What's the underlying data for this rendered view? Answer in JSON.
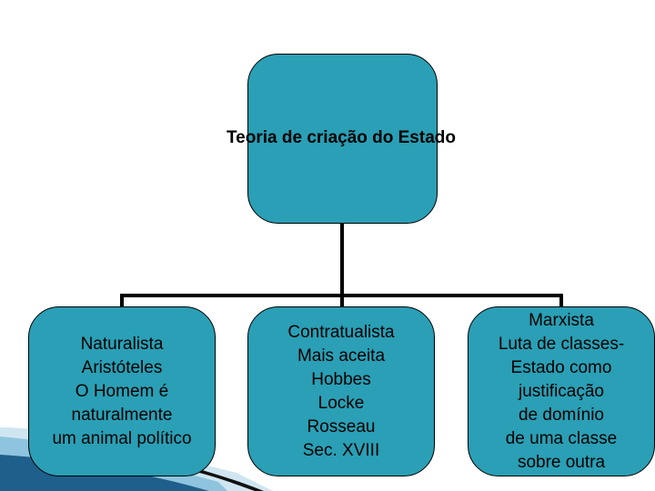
{
  "diagram": {
    "root": {
      "label": "Teoria de criação do Estado"
    },
    "children": [
      {
        "lines": [
          "Naturalista",
          "Aristóteles",
          "O Homem é",
          "naturalmente",
          "um animal político"
        ]
      },
      {
        "lines": [
          "Contratualista",
          "Mais aceita",
          "Hobbes",
          "Locke",
          "Rosseau",
          "Sec. XVIII"
        ]
      },
      {
        "lines": [
          "Marxista",
          "Luta de classes-",
          "Estado como",
          "justificação",
          "de domínio",
          "de uma classe",
          "sobre outra"
        ]
      }
    ],
    "colors": {
      "box_fill": "#2a9fb5",
      "box_border": "#000000",
      "connector": "#000000",
      "swoosh_dark": "#1f5f8b",
      "swoosh_light": "#8fc4de"
    }
  }
}
